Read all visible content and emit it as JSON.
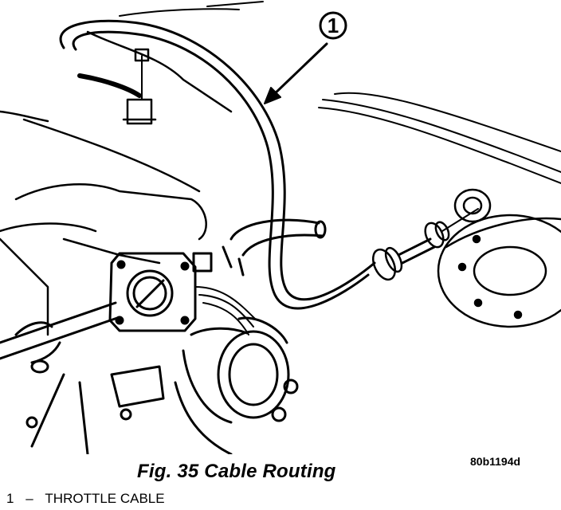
{
  "figure": {
    "callout_number": "1",
    "caption": "Fig. 35 Cable Routing",
    "code": "80b1194d",
    "legend": [
      {
        "number": "1",
        "separator": "–",
        "label": "THROTTLE CABLE"
      }
    ]
  },
  "colors": {
    "ink": "#000000",
    "paper": "#ffffff"
  }
}
